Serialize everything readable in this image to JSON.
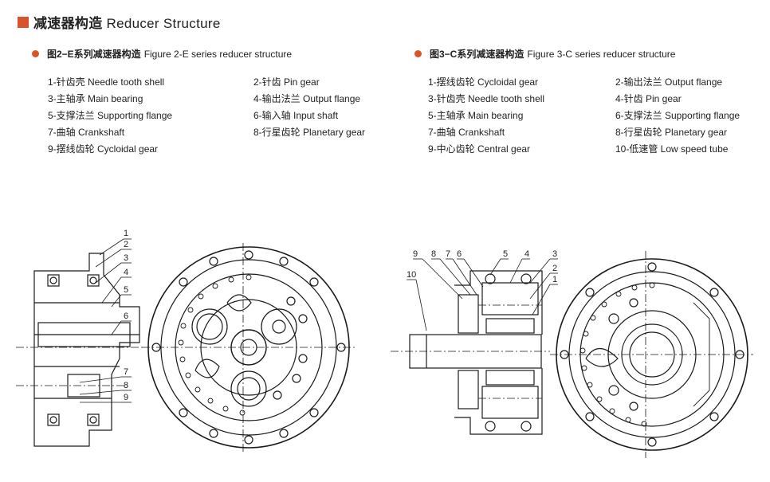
{
  "header": {
    "title_cn": "减速器构造",
    "title_en": "Reducer Structure"
  },
  "left": {
    "title_cn": "图2−E系列减速器构造",
    "title_en": "Figure 2-E series reducer structure",
    "col1": [
      "1-针齿壳 Needle tooth shell",
      "3-主轴承 Main bearing",
      "5-支撑法兰 Supporting flange",
      "7-曲轴 Crankshaft",
      "9-摆线齿轮 Cycloidal gear"
    ],
    "col2": [
      "2-针齿 Pin gear",
      "4-输出法兰 Output flange",
      "6-输入轴 Input shaft",
      "8-行星齿轮 Planetary gear"
    ],
    "callouts": [
      "1",
      "2",
      "3",
      "4",
      "5",
      "6",
      "7",
      "8",
      "9"
    ]
  },
  "right": {
    "title_cn": "图3−C系列减速器构造",
    "title_en": "Figure 3-C series reducer structure",
    "col1": [
      "1-摆线齿轮 Cycloidal gear",
      "3-针齿壳 Needle tooth shell",
      "5-主轴承 Main bearing",
      "7-曲轴 Crankshaft",
      "9-中心齿轮 Central gear"
    ],
    "col2": [
      "2-输出法兰 Output flange",
      "4-针齿 Pin gear",
      "6-支撑法兰 Supporting flange",
      "8-行星齿轮 Planetary gear",
      "10-低速管 Low speed tube"
    ],
    "callouts": [
      "9",
      "8",
      "7",
      "6",
      "5",
      "4",
      "3",
      "2",
      "1",
      "10"
    ]
  },
  "colors": {
    "accent": "#d9542b",
    "line": "#1a1a1a"
  }
}
